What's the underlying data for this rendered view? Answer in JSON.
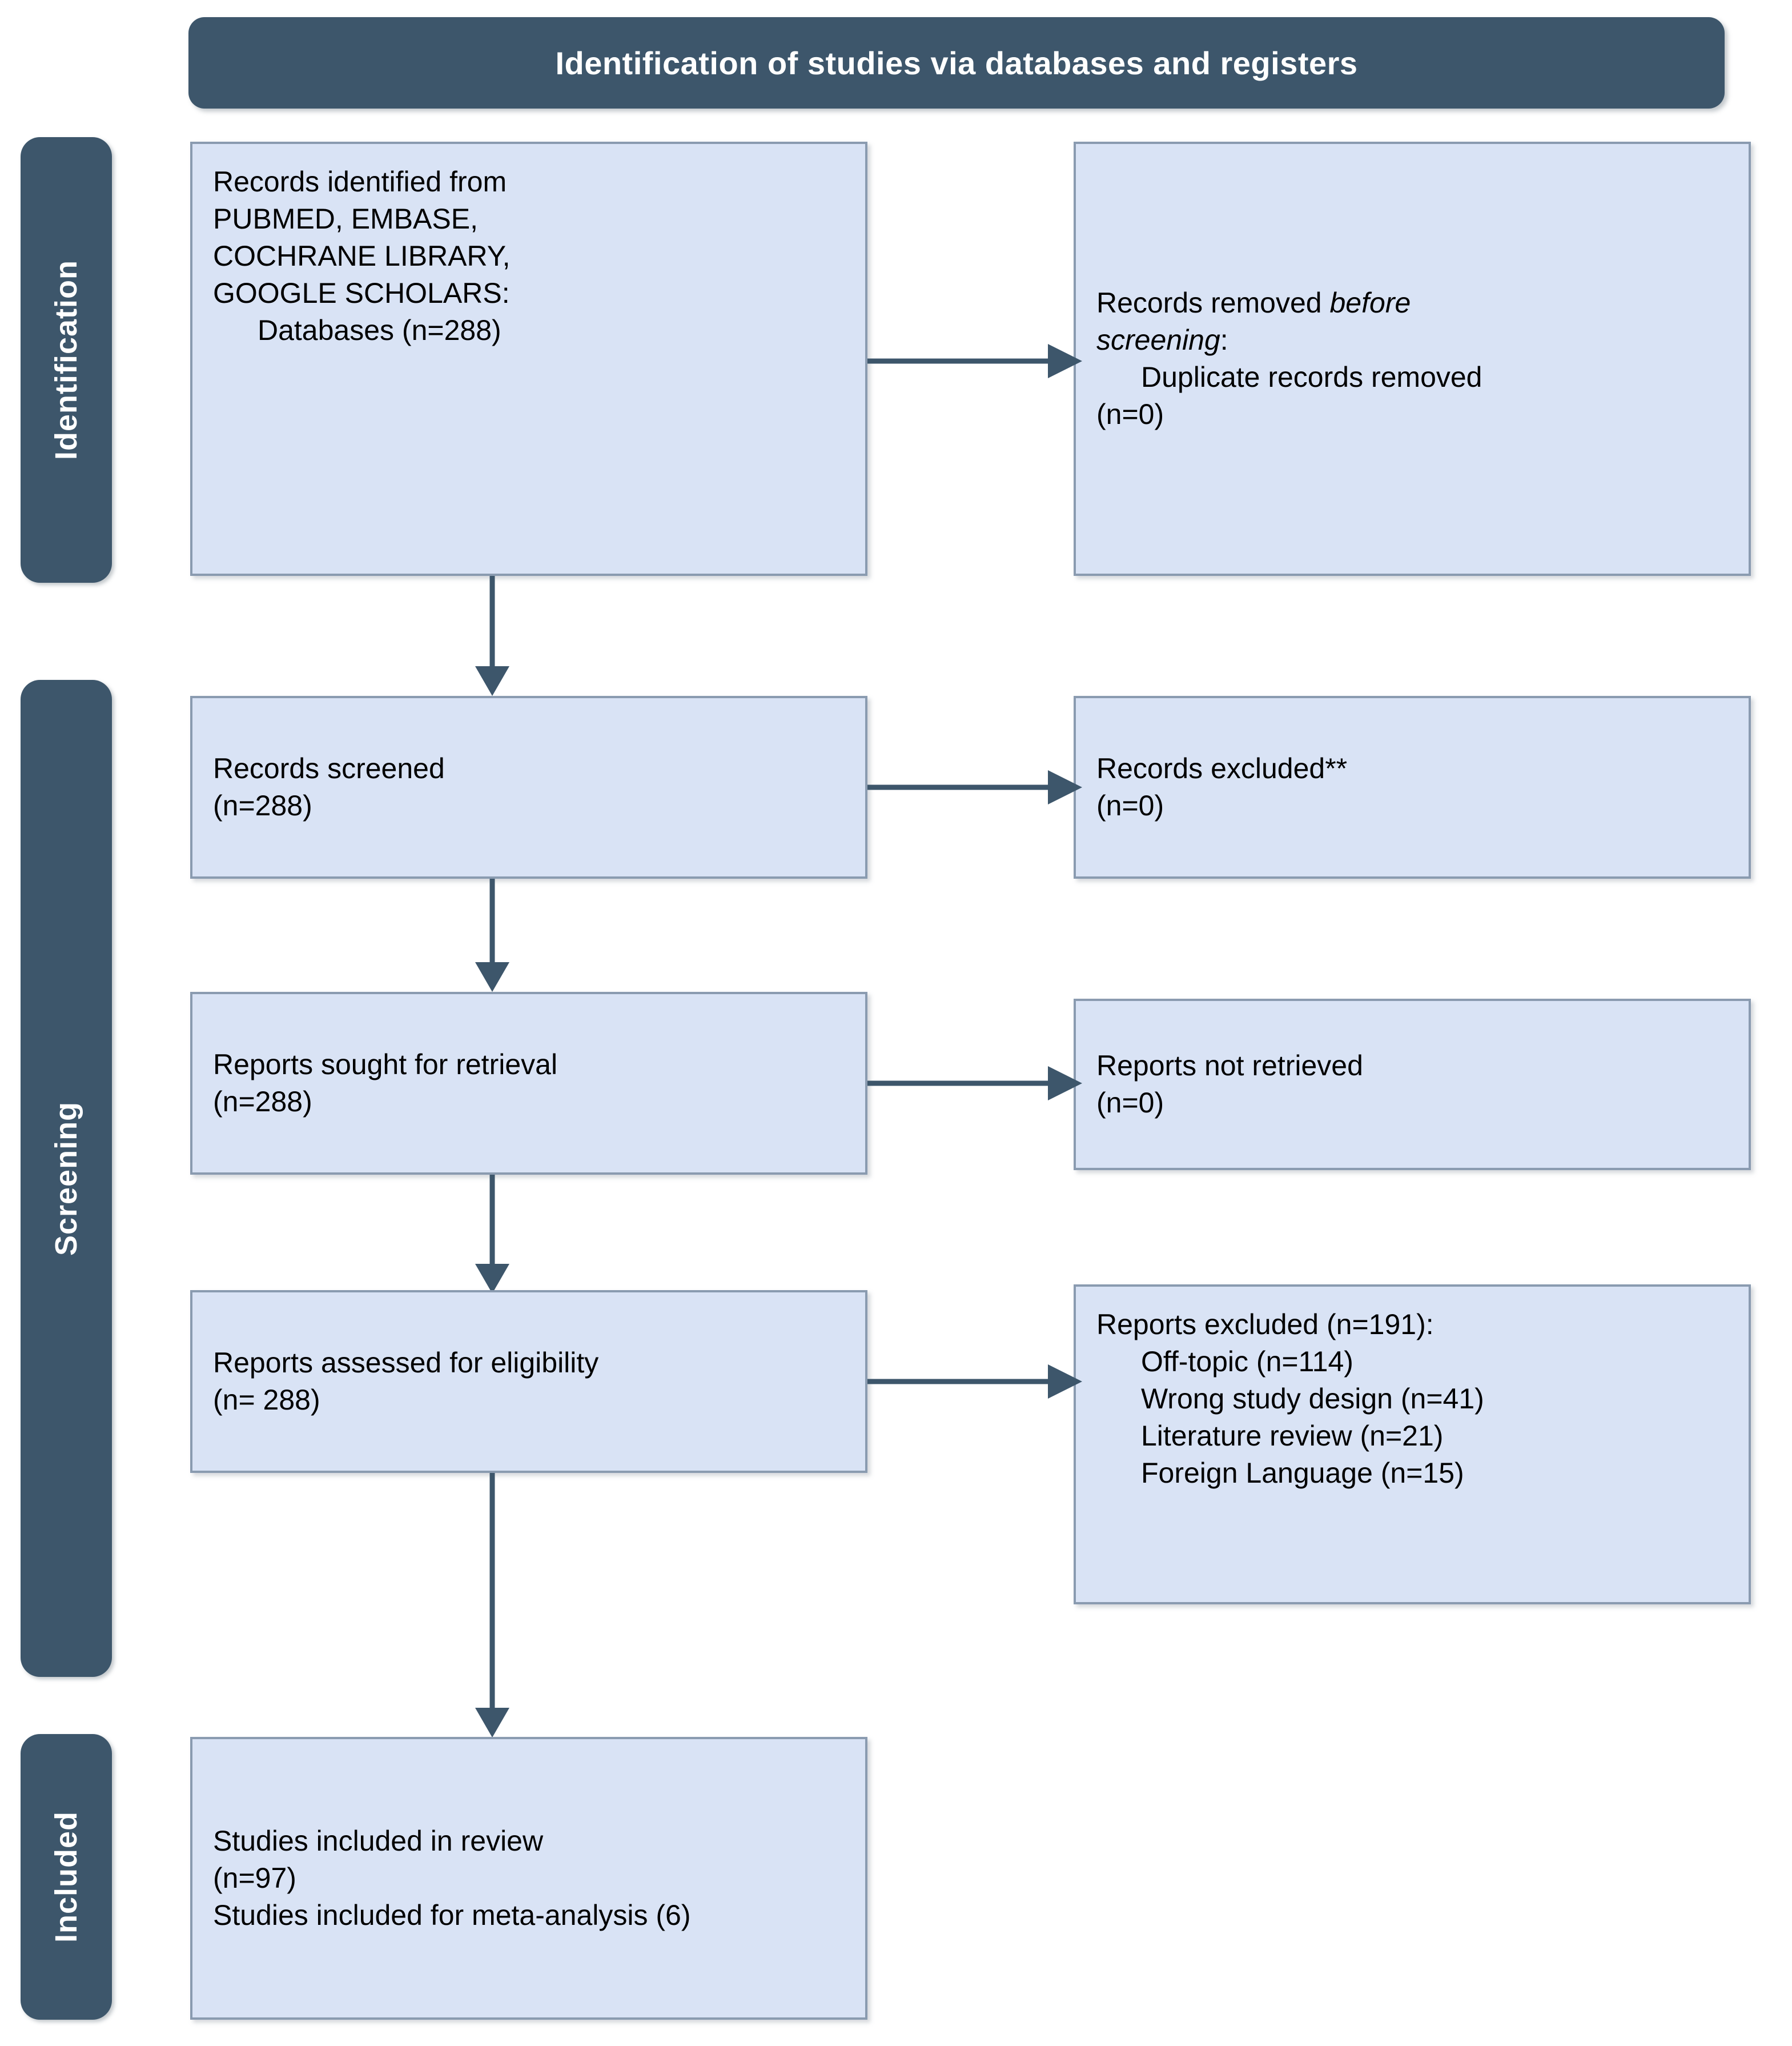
{
  "diagram": {
    "type": "prisma-flow-diagram",
    "banner": {
      "title": "Identification of studies via databases and registers"
    },
    "colors": {
      "banner_background": "#3d566b",
      "banner_text": "#ffffff",
      "box_fill": "#d9e3f5",
      "box_border": "#8a9bb0",
      "box_text": "#000000",
      "connector": "#3d566b",
      "page_background": "#ffffff"
    },
    "stages": [
      {
        "id": "identification",
        "label": "Identification"
      },
      {
        "id": "screening",
        "label": "Screening"
      },
      {
        "id": "included",
        "label": "Included"
      }
    ],
    "boxes": {
      "records_identified": {
        "id": "records-identified",
        "lines": [
          "Records identified from",
          "PUBMED, EMBASE,",
          "COCHRANE LIBRARY,",
          "GOOGLE SCHOLARS:"
        ],
        "indented_lines": [
          "Databases (n=288)"
        ]
      },
      "records_removed": {
        "id": "records-removed-before-screening",
        "line_1_plain": "Records removed ",
        "line_1_italic": "before",
        "line_2_italic": "screening",
        "line_2_plain": ":",
        "indented_lines": [
          "Duplicate records removed",
          "(n=0)"
        ]
      },
      "records_screened": {
        "id": "records-screened",
        "lines": [
          "Records screened",
          "(n=288)"
        ]
      },
      "records_excluded": {
        "id": "records-excluded",
        "lines": [
          "Records excluded**",
          "(n=0)"
        ]
      },
      "reports_sought": {
        "id": "reports-sought-for-retrieval",
        "lines": [
          "Reports sought for retrieval",
          "(n=288)"
        ]
      },
      "reports_not_retrieved": {
        "id": "reports-not-retrieved",
        "lines": [
          "Reports not retrieved",
          "(n=0)"
        ]
      },
      "reports_assessed": {
        "id": "reports-assessed-for-eligibility",
        "lines": [
          "Reports assessed for eligibility",
          "(n= 288)"
        ]
      },
      "reports_excluded": {
        "id": "reports-excluded-with-reasons",
        "header": "Reports excluded (n=191):",
        "reasons": [
          "Off-topic (n=114)",
          "Wrong study design (n=41)",
          "Literature review (n=21)",
          "Foreign Language (n=15)"
        ]
      },
      "studies_included": {
        "id": "studies-included",
        "lines": [
          "Studies included in review",
          "(n=97)",
          "Studies included for meta-analysis (6)"
        ]
      }
    },
    "counts": {
      "databases_identified": 288,
      "duplicates_removed": 0,
      "records_screened": 288,
      "records_excluded": 0,
      "reports_sought": 288,
      "reports_not_retrieved": 0,
      "reports_assessed": 288,
      "reports_excluded_total": 191,
      "excluded_off_topic": 114,
      "excluded_wrong_study_design": 41,
      "excluded_literature_review": 21,
      "excluded_foreign_language": 15,
      "studies_included_in_review": 97,
      "studies_included_meta_analysis": 6
    }
  }
}
